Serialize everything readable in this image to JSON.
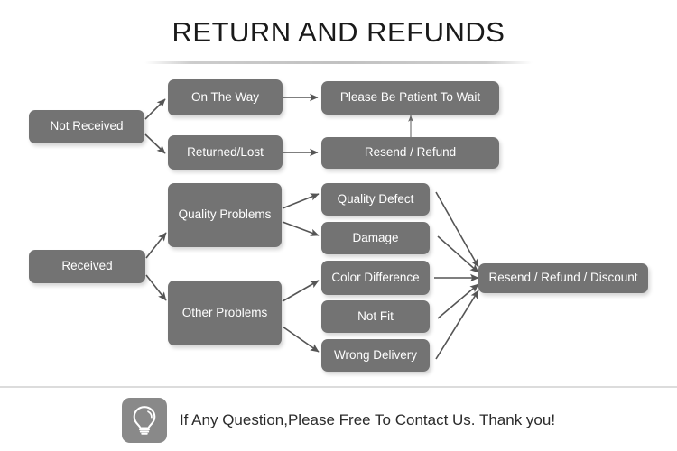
{
  "page": {
    "title": "RETURN AND REFUNDS",
    "background_color": "#ffffff",
    "node_fill_color": "#737373",
    "node_text_color": "#ffffff",
    "arrow_color": "#555555",
    "divider_color": "#dcdcdc"
  },
  "flowchart": {
    "nodes": {
      "not_received": "Not Received",
      "on_the_way": "On The Way",
      "returned_lost": "Returned/Lost",
      "please_be_patient": "Please Be Patient To Wait",
      "resend_refund": "Resend / Refund",
      "received": "Received",
      "quality_problems": "Quality Problems",
      "other_problems": "Other Problems",
      "quality_defect": "Quality Defect",
      "damage": "Damage",
      "color_difference": "Color Difference",
      "not_fit": "Not Fit",
      "wrong_delivery": "Wrong Delivery",
      "resend_refund_discount": "Resend / Refund / Discount"
    },
    "edges": [
      {
        "from": "not_received",
        "to": "on_the_way"
      },
      {
        "from": "not_received",
        "to": "returned_lost"
      },
      {
        "from": "on_the_way",
        "to": "please_be_patient"
      },
      {
        "from": "returned_lost",
        "to": "resend_refund"
      },
      {
        "from": "resend_refund",
        "to": "please_be_patient"
      },
      {
        "from": "received",
        "to": "quality_problems"
      },
      {
        "from": "received",
        "to": "other_problems"
      },
      {
        "from": "quality_problems",
        "to": "quality_defect"
      },
      {
        "from": "quality_problems",
        "to": "damage"
      },
      {
        "from": "other_problems",
        "to": "color_difference"
      },
      {
        "from": "other_problems",
        "to": "wrong_delivery"
      },
      {
        "from": "quality_defect",
        "to": "resend_refund_discount"
      },
      {
        "from": "damage",
        "to": "resend_refund_discount"
      },
      {
        "from": "color_difference",
        "to": "resend_refund_discount"
      },
      {
        "from": "not_fit",
        "to": "resend_refund_discount"
      },
      {
        "from": "wrong_delivery",
        "to": "resend_refund_discount"
      }
    ]
  },
  "footer": {
    "icon": "lightbulb-icon",
    "message": "If Any Question,Please Free To Contact Us. Thank you!"
  }
}
